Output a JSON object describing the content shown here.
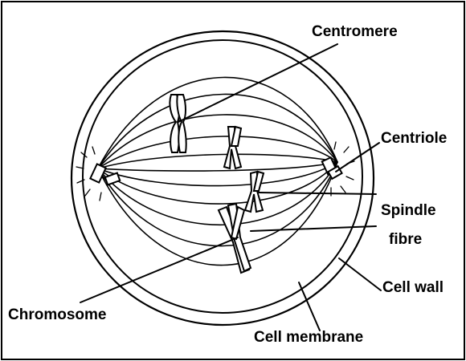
{
  "diagram": {
    "labels": {
      "centromere": "Centromere",
      "centriole": "Centriole",
      "spindle_fibre_line1": "Spindle",
      "spindle_fibre_line2": "fibre",
      "cell_wall": "Cell wall",
      "chromosome": "Chromosome",
      "cell_membrane": "Cell membrane"
    },
    "colors": {
      "ink": "#000000",
      "background": "#ffffff"
    }
  }
}
